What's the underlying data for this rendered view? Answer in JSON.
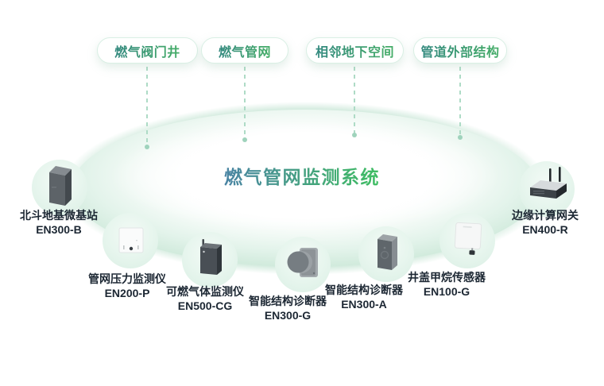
{
  "system": {
    "title": "燃气管网监测系统"
  },
  "categories": [
    {
      "label": "燃气阀门井"
    },
    {
      "label": "燃气管网"
    },
    {
      "label": "相邻地下空间"
    },
    {
      "label": "管道外部结构"
    }
  ],
  "devices": [
    {
      "name": "北斗地基微基站",
      "model": "EN300-B",
      "icon": "base-station-icon"
    },
    {
      "name": "管网压力监测仪",
      "model": "EN200-P",
      "icon": "pressure-monitor-icon"
    },
    {
      "name": "可燃气体监测仪",
      "model": "EN500-CG",
      "icon": "gas-monitor-icon"
    },
    {
      "name": "智能结构诊断器",
      "model": "EN300-G",
      "icon": "structure-diagnoser-icon"
    },
    {
      "name": "智能结构诊断器",
      "model": "EN300-A",
      "icon": "structure-diagnoser-icon"
    },
    {
      "name": "井盖甲烷传感器",
      "model": "EN100-G",
      "icon": "methane-sensor-icon"
    },
    {
      "name": "边缘计算网关",
      "model": "EN400-R",
      "icon": "edge-gateway-icon"
    }
  ],
  "colors": {
    "accent_green": "#3fbe62",
    "accent_teal": "#33897f",
    "title_gradient_start": "#4a84a4",
    "title_gradient_end": "#3fbe62",
    "ellipse_rim": "#cde8da",
    "pill_border": "#d9efe4",
    "dash_line": "#aedbc6",
    "label_text": "#1c2733",
    "background": "#ffffff"
  }
}
